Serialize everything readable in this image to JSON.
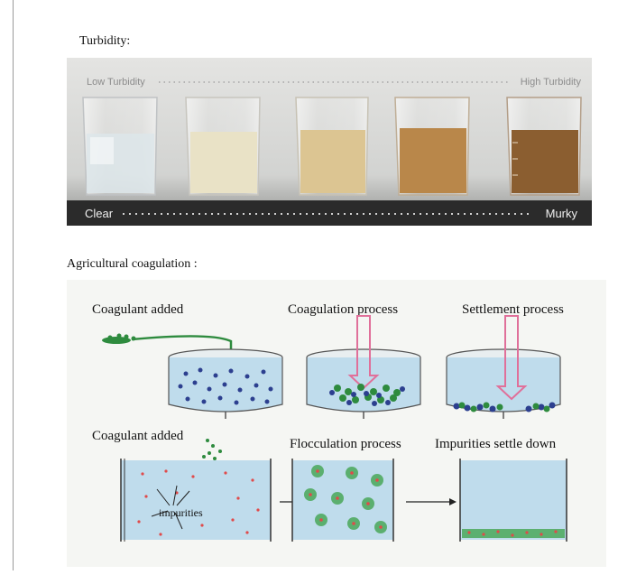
{
  "sections": {
    "turbidity": {
      "heading": "Turbidity:",
      "top_left_label": "Low Turbidity",
      "top_right_label": "High Turbidity",
      "bottom_left_label": "Clear",
      "bottom_right_label": "Murky",
      "beakers": [
        {
          "color": "#dde6ea"
        },
        {
          "color": "#e9e2c6"
        },
        {
          "color": "#dcc592"
        },
        {
          "color": "#b9874a"
        },
        {
          "color": "#8b5e30"
        }
      ]
    },
    "coagulation": {
      "heading": "Agricultural coagulation :",
      "row1": {
        "step1": "Coagulant added",
        "step2": "Coagulation process",
        "step3": "Settlement process"
      },
      "row2": {
        "step1": "Coagulant added",
        "impurities_label": "impurities",
        "step2": "Flocculation process",
        "step3": "Impurities settle down"
      },
      "colors": {
        "water": "#bfdcec",
        "particle": "#2c3f8f",
        "coagulant": "#2e8b3e",
        "arrow": "#e0709a",
        "impurity": "#e04a4a"
      }
    }
  }
}
